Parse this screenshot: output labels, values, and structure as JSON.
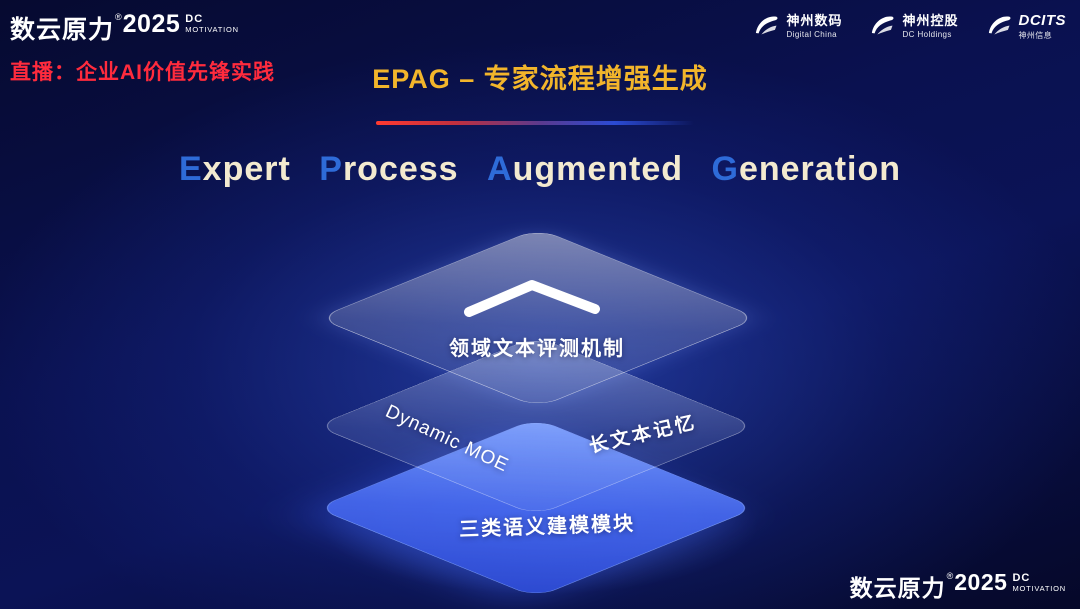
{
  "colors": {
    "background_deep": "#05082e",
    "background_glow": "#375fe1",
    "accent_gold": "#f2b52b",
    "accent_red": "#ff2b3d",
    "cap_blue": "#2e6bd8",
    "subtitle_cream": "#f3ead0",
    "layer_blue": "#4668e8"
  },
  "header": {
    "brand": {
      "name": "数云原力",
      "reg": "®",
      "year": "2025",
      "tag_top": "DC",
      "tag_bottom": "MOTIVATION"
    },
    "live_label": "直播：企业AI价值先锋实践",
    "slide_title": "EPAG – 专家流程增强生成",
    "partners": [
      {
        "name": "神州数码",
        "sub": "Digital China"
      },
      {
        "name": "神州控股",
        "sub": "DC Holdings"
      },
      {
        "name": "DCITS",
        "sub": "神州信息"
      }
    ]
  },
  "main": {
    "subtitle_words": [
      {
        "cap": "E",
        "rest": "xpert"
      },
      {
        "cap": "P",
        "rest": "rocess"
      },
      {
        "cap": "A",
        "rest": "ugmented"
      },
      {
        "cap": "G",
        "rest": "eneration"
      }
    ],
    "stack": {
      "top_label": "领域文本评测机制",
      "middle_left_label": "Dynamic MOE",
      "middle_right_label": "长文本记忆",
      "bottom_label": "三类语义建模模块"
    }
  },
  "footer": {
    "brand": {
      "name": "数云原力",
      "reg": "®",
      "year": "2025",
      "tag_top": "DC",
      "tag_bottom": "MOTIVATION"
    }
  }
}
